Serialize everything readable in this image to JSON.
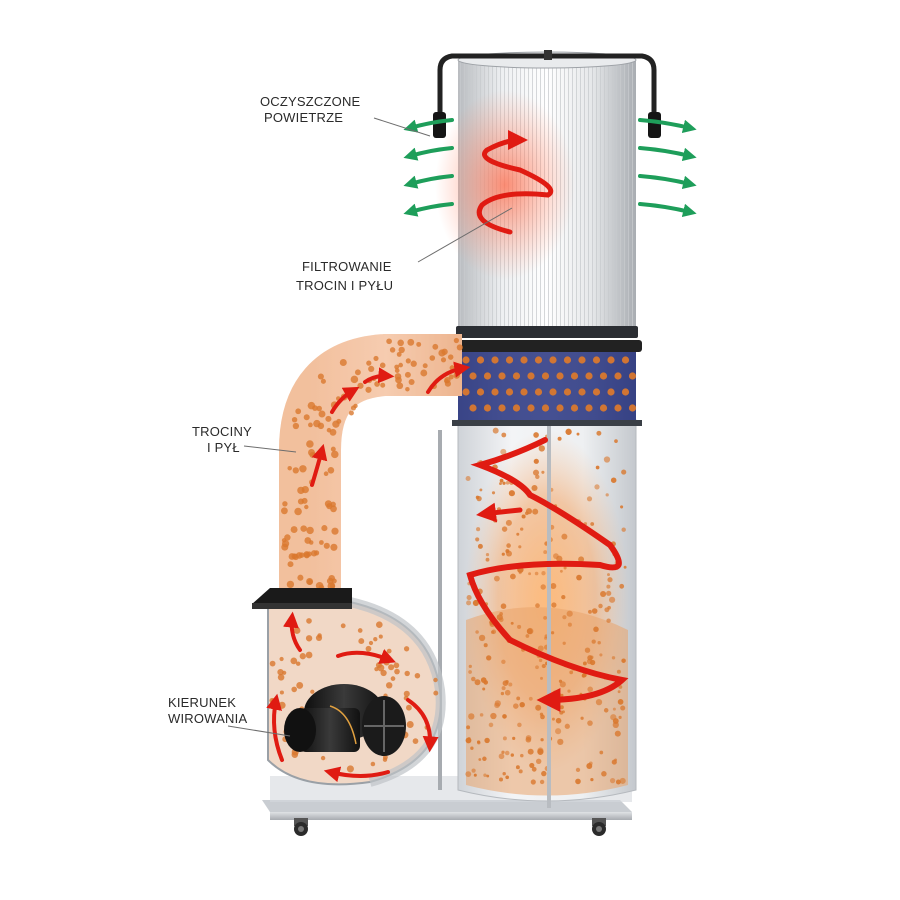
{
  "labels": {
    "clean_air": [
      "OCZYSZCZONE",
      "POWIETRZE"
    ],
    "filtering": [
      "FILTROWANIE",
      "TROCIN I PYŁU"
    ],
    "sawdust": [
      "TROCINY",
      "I PYŁ"
    ],
    "swirl": [
      "KIERUNEK",
      "WIROWANIA"
    ]
  },
  "colors": {
    "airflow_arrow": "#1e9e5a",
    "flow_arrow": "#e01b12",
    "ring_band": "#1d2a7a",
    "particles": "#d9782e"
  }
}
